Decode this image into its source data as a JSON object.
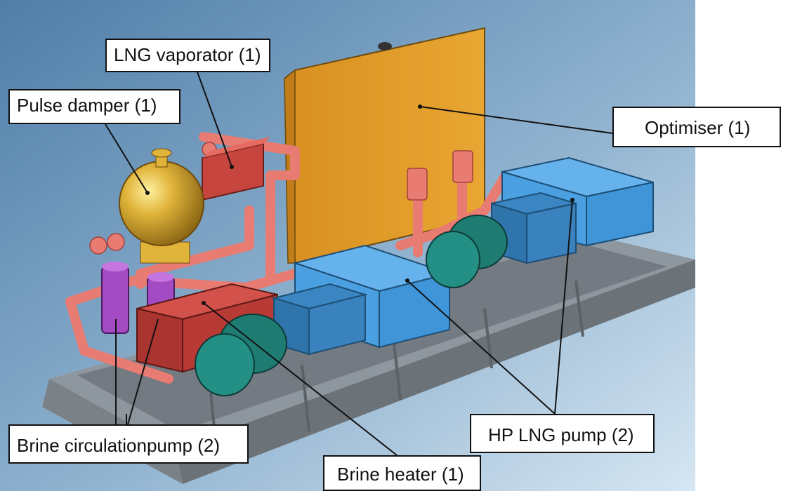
{
  "labels": {
    "lng_vaporator": "LNG vaporator (1)",
    "pulse_damper": "Pulse damper (1)",
    "optimiser": "Optimiser (1)",
    "brine_circulation_pump": "Brine circulationpump (2)",
    "hp_lng_pump": "HP LNG pump (2)",
    "brine_heater": "Brine heater (1)"
  },
  "colors": {
    "background_top": "#4f7ea8",
    "background_bottom": "#d6e6f2",
    "optimiser": "#e8a632",
    "pipes": "#e87b72",
    "lng_vaporator": "#c6453f",
    "pulse_damper": "#e0b43a",
    "brine_heater": "#b83a35",
    "brine_pump": "#a24bc2",
    "hp_pump": "#3f95d8",
    "motor": "#1f7c73",
    "skid_frame": "#8e969e"
  }
}
